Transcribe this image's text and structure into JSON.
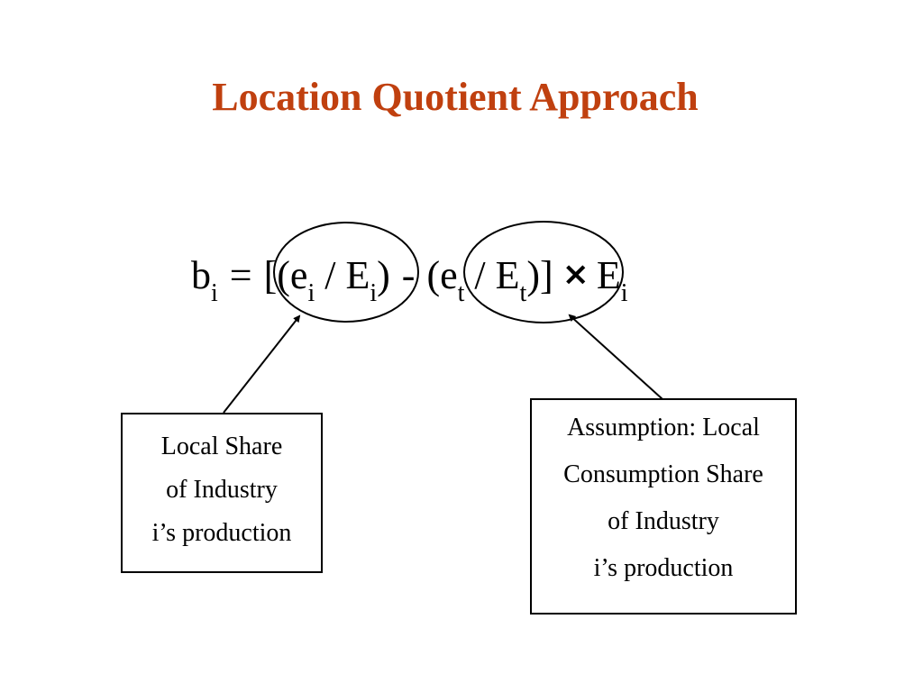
{
  "title": "Location Quotient Approach",
  "formula": {
    "b": "b",
    "b_sub": "i",
    "equals": "=",
    "open_bracket_paren": "[(",
    "e1": "e",
    "e1_sub": "i",
    "slash1": "/",
    "E1": "E",
    "E1_sub": "i",
    "close_paren1": ")",
    "minus": "-",
    "open_paren2": "(",
    "e2": "e",
    "e2_sub": "t",
    "slash2": "/",
    "E2": "E",
    "E2_sub": "t",
    "close_paren_bracket": ")]",
    "times": "×",
    "E3": "E",
    "E3_sub": "i"
  },
  "annotations": {
    "left": {
      "lines": [
        "Local Share",
        "of Industry",
        "i’s production"
      ]
    },
    "right": {
      "lines": [
        "Assumption: Local",
        "Consumption Share",
        "of Industry",
        "i’s production"
      ]
    }
  },
  "colors": {
    "title": "#c0400f",
    "text": "#000000",
    "background": "#ffffff"
  }
}
